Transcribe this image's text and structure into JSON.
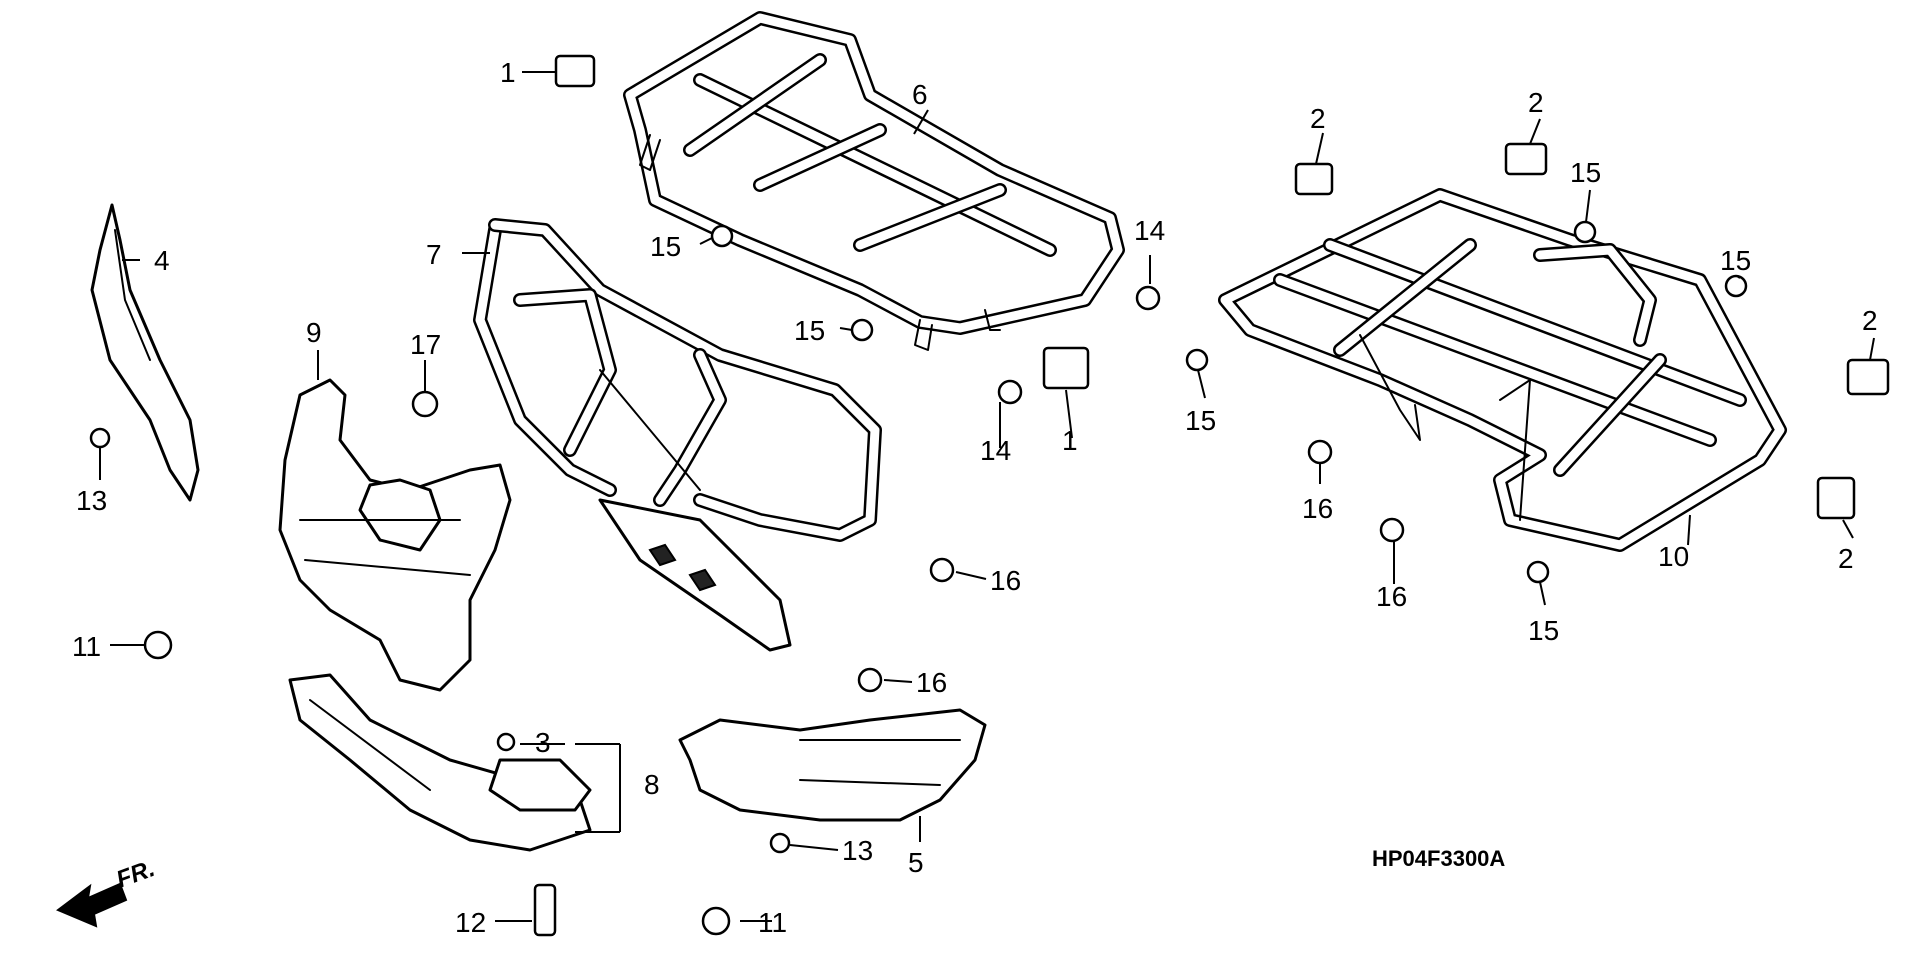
{
  "diagram": {
    "code": "HP04F3300A",
    "direction": "FR."
  },
  "callouts": [
    {
      "id": "1a",
      "text": "1"
    },
    {
      "id": "1b",
      "text": "1"
    },
    {
      "id": "2a",
      "text": "2"
    },
    {
      "id": "2b",
      "text": "2"
    },
    {
      "id": "2c",
      "text": "2"
    },
    {
      "id": "2d",
      "text": "2"
    },
    {
      "id": "3",
      "text": "3"
    },
    {
      "id": "4",
      "text": "4"
    },
    {
      "id": "5",
      "text": "5"
    },
    {
      "id": "6",
      "text": "6"
    },
    {
      "id": "7",
      "text": "7"
    },
    {
      "id": "8",
      "text": "8"
    },
    {
      "id": "9",
      "text": "9"
    },
    {
      "id": "10",
      "text": "10"
    },
    {
      "id": "11a",
      "text": "11"
    },
    {
      "id": "11b",
      "text": "11"
    },
    {
      "id": "12",
      "text": "12"
    },
    {
      "id": "13a",
      "text": "13"
    },
    {
      "id": "13b",
      "text": "13"
    },
    {
      "id": "14a",
      "text": "14"
    },
    {
      "id": "14b",
      "text": "14"
    },
    {
      "id": "15a",
      "text": "15"
    },
    {
      "id": "15b",
      "text": "15"
    },
    {
      "id": "15c",
      "text": "15"
    },
    {
      "id": "15d",
      "text": "15"
    },
    {
      "id": "15e",
      "text": "15"
    },
    {
      "id": "15f",
      "text": "15"
    },
    {
      "id": "16a",
      "text": "16"
    },
    {
      "id": "16b",
      "text": "16"
    },
    {
      "id": "16c",
      "text": "16"
    },
    {
      "id": "16d",
      "text": "16"
    },
    {
      "id": "17",
      "text": "17"
    }
  ]
}
